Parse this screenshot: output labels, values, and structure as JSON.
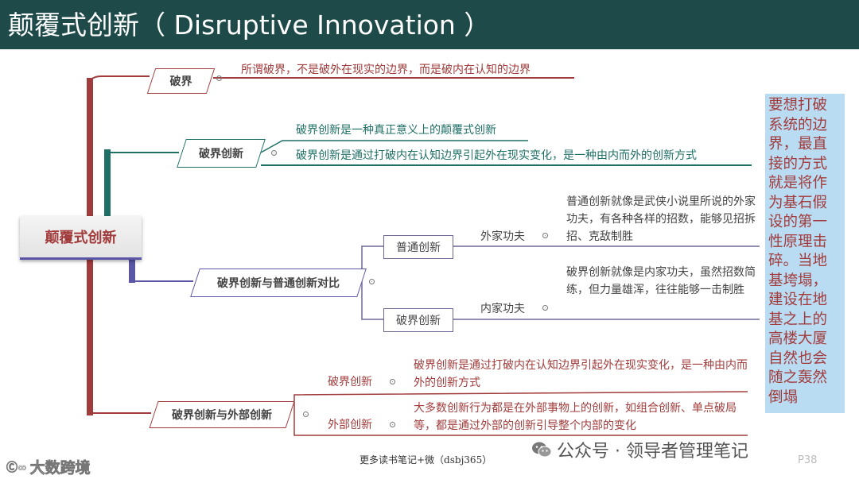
{
  "header": {
    "title": "颠覆式创新（ Disruptive Innovation ）"
  },
  "root": {
    "label": "颠覆式创新"
  },
  "branches": {
    "pojie": {
      "label": "破界",
      "note": "所谓破界，不是破外在现实的边界，而是破内在认知的边界"
    },
    "pojie_chuangxin": {
      "label": "破界创新",
      "lines": [
        "破界创新是一种真正意义上的颠覆式创新",
        "破界创新是通过打破内在认知边界引起外在现实变化，是一种由内而外的创新方式"
      ]
    },
    "compare": {
      "label": "破界创新与普通创新对比",
      "items": [
        {
          "box": "普通创新",
          "kind": "外家功夫",
          "desc": "普通创新就像是武侠小说里所说的外家功夫，有各种各样的招数，能够见招拆招、克敌制胜"
        },
        {
          "box": "破界创新",
          "kind": "内家功夫",
          "desc": "破界创新就像是内家功夫，虽然招数简练，但力量雄浑，往往能够一击制胜"
        }
      ]
    },
    "external": {
      "label": "破界创新与外部创新",
      "items": [
        {
          "name": "破界创新",
          "desc": "破界创新是通过打破内在认知边界引起外在现实变化，是一种由内而外的创新方式"
        },
        {
          "name": "外部创新",
          "desc": "大多数创新行为都是在外部事物上的创新，如组合创新、单点破局等，都是通过外部的创新引导整个内部的变化"
        }
      ]
    }
  },
  "callout": {
    "text": "要想打破系统的边界，最直接的方式就是将作为基石假设的第一性原理击碎。当地基垮塌，建设在地基之上的高楼大厦自然也会随之轰然倒塌"
  },
  "footer": {
    "text": "更多读书笔记+微（dsbj365）",
    "watermark": "公众号 · 领导者管理笔记",
    "page": "P38",
    "brand": "大数跨境"
  },
  "colors": {
    "header_bg": "#1e4a49",
    "red": "#a23b3b",
    "teal": "#1e6f66",
    "purple": "#5a55a5",
    "callout_bg": "#b9dcf3"
  }
}
